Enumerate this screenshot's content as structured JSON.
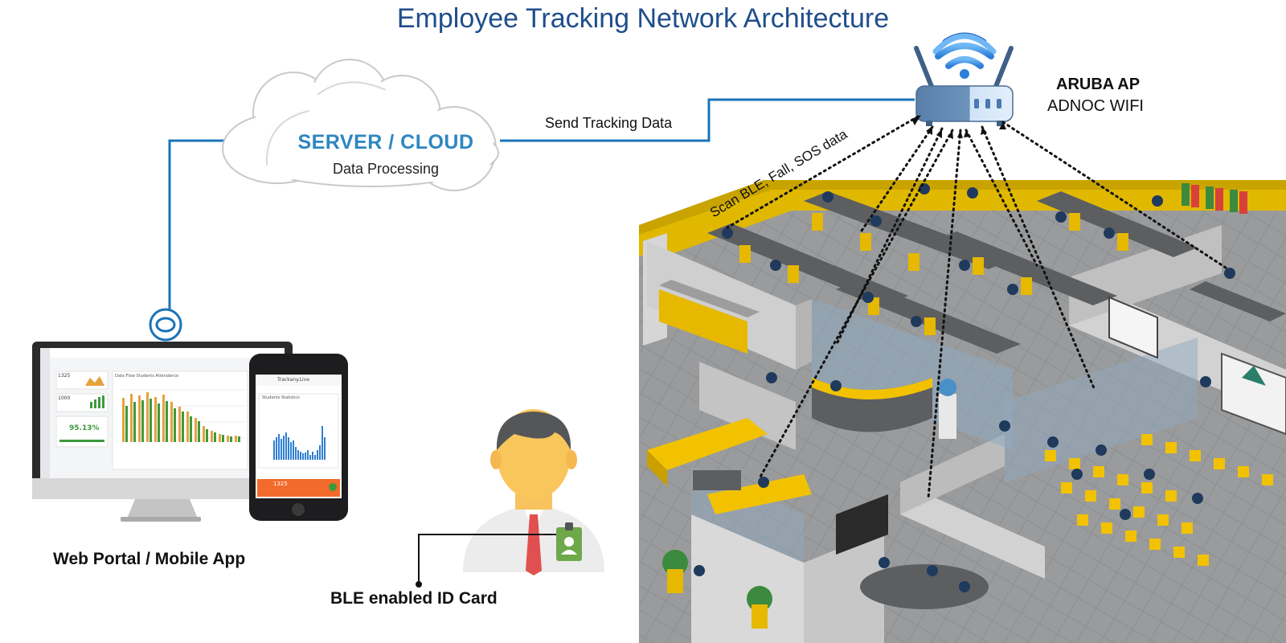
{
  "title": "Employee Tracking Network Architecture",
  "cloud": {
    "title": "SERVER / CLOUD",
    "subtitle": "Data Processing"
  },
  "link_labels": {
    "send": "Send Tracking Data",
    "scan": "Scan BLE, Fall, SOS data"
  },
  "access_point": {
    "name": "ARUBA AP",
    "network": "ADNOC WIFI"
  },
  "portal": {
    "label": "Web Portal / Mobile App",
    "desktop": {
      "stat1": "1325",
      "stat2": "1000",
      "percent": "95.13%",
      "chart_title": "Data Flow Students Attendance"
    },
    "mobile": {
      "brand": "Trackany.Live",
      "chart_title": "Students Statistics",
      "footer_value": "1325"
    }
  },
  "id_card": {
    "label": "BLE enabled ID Card"
  },
  "colors": {
    "title": "#1f4e8c",
    "cloud_title": "#2e86c1",
    "link": "#1a73b8",
    "office_yellow": "#f2c200",
    "office_grey": "#6d6e70"
  }
}
